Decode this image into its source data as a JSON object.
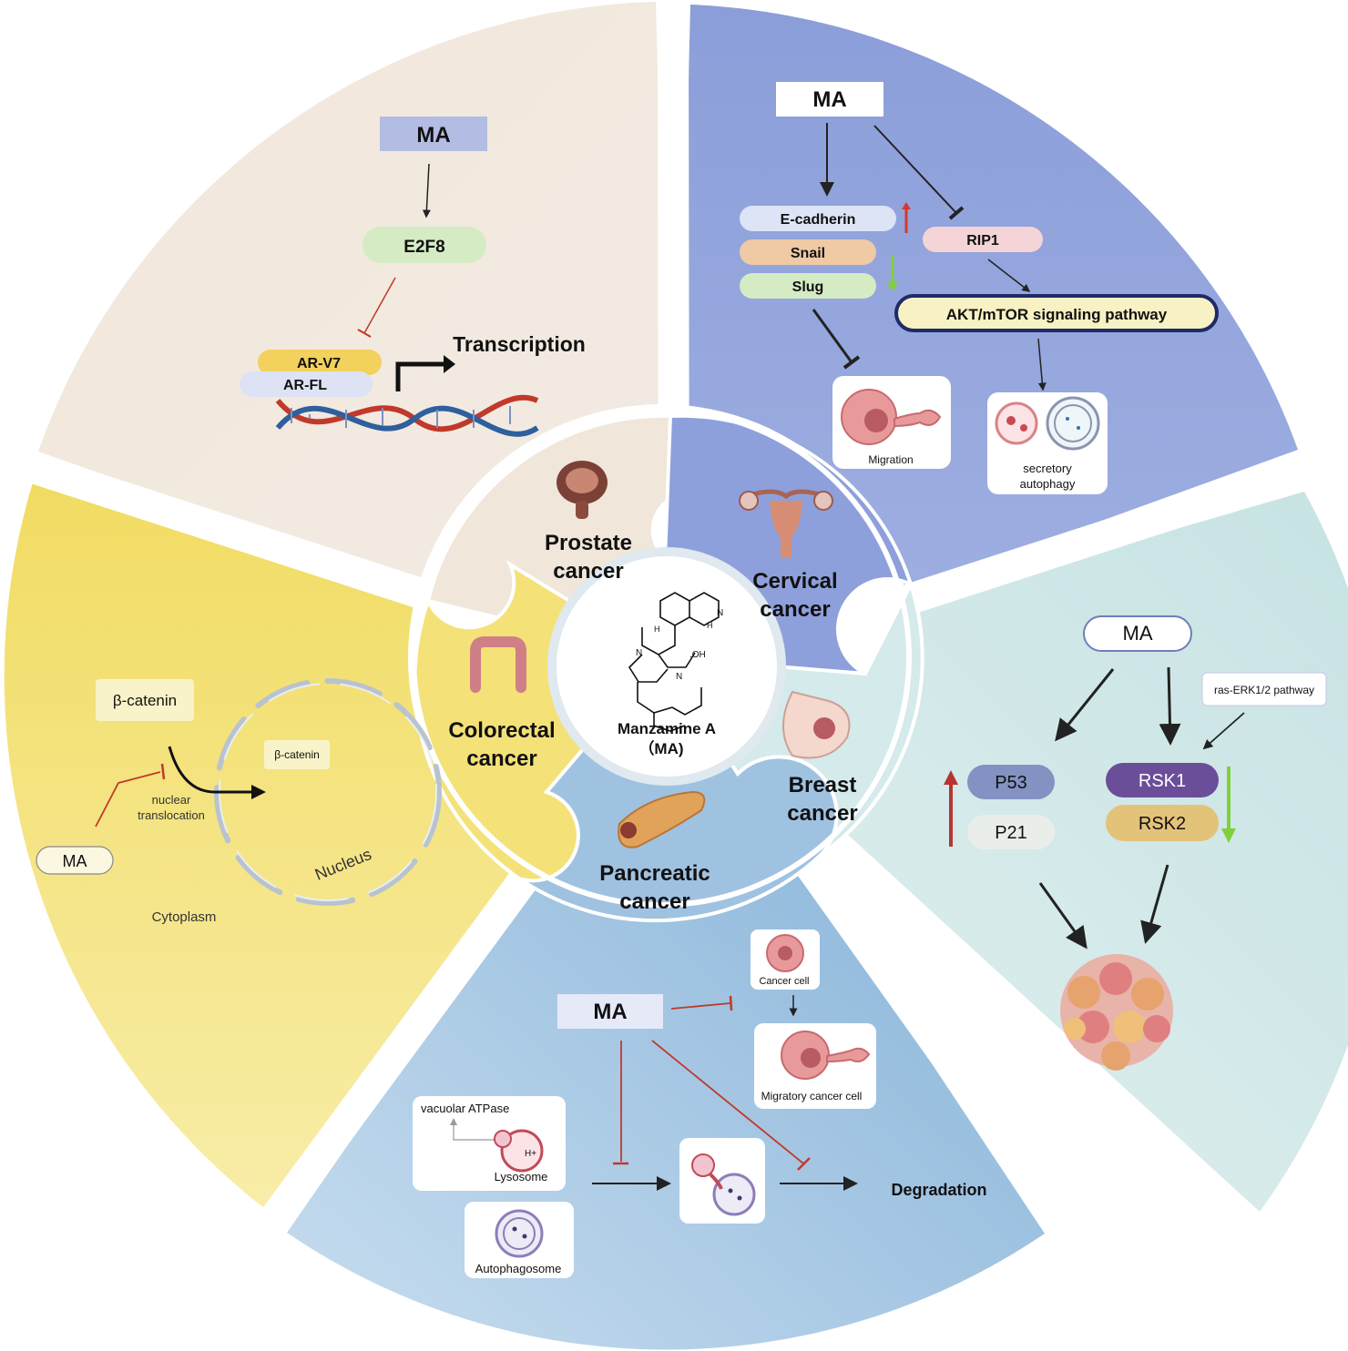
{
  "center": {
    "name": "Manzamine A",
    "abbr": "（MA)"
  },
  "cancers": {
    "prostate": {
      "line1": "Prostate",
      "line2": "cancer"
    },
    "cervical": {
      "line1": "Cervical",
      "line2": "cancer"
    },
    "breast": {
      "line1": "Breast",
      "line2": "cancer"
    },
    "pancreatic": {
      "line1": "Pancreatic",
      "line2": "cancer"
    },
    "colorectal": {
      "line1": "Colorectal",
      "line2": "cancer"
    }
  },
  "prostate_panel": {
    "ma": "MA",
    "e2f8": "E2F8",
    "ar_v7": "AR-V7",
    "ar_fl": "AR-FL",
    "transcription": "Transcription"
  },
  "cervical_panel": {
    "ma": "MA",
    "ecadherin": "E-cadherin",
    "snail": "Snail",
    "slug": "Slug",
    "rip1": "RIP1",
    "akt": "AKT/mTOR signaling pathway",
    "migration": "Migration",
    "secretory1": "secretory",
    "secretory2": "autophagy"
  },
  "breast_panel": {
    "ma": "MA",
    "ras": "ras-ERK1/2 pathway",
    "p53": "P53",
    "p21": "P21",
    "rsk1": "RSK1",
    "rsk2": "RSK2"
  },
  "pancreatic_panel": {
    "ma": "MA",
    "cancer_cell": "Cancer cell",
    "migratory": "Migratory cancer cell",
    "vatpase": "vacuolar ATPase",
    "lysosome": "Lysosome",
    "hplus": "H+",
    "autophagosome": "Autophagosome",
    "degradation": "Degradation"
  },
  "colorectal_panel": {
    "beta_catenin": "β-catenin",
    "beta_catenin_inner": "β-catenin",
    "nuclear1": "nuclear",
    "nuclear2": "translocation",
    "ma": "MA",
    "nucleus": "Nucleus",
    "cytoplasm": "Cytoplasm"
  },
  "colors": {
    "prostate": "#efe4d6",
    "cervical": "#93a5dc",
    "breast": "#cde7e7",
    "pancreatic": "#9fc0de",
    "colorectal": "#f2e27a",
    "inhibit": "#c0392b",
    "up": "#c0392b",
    "down": "#7ed03c"
  }
}
